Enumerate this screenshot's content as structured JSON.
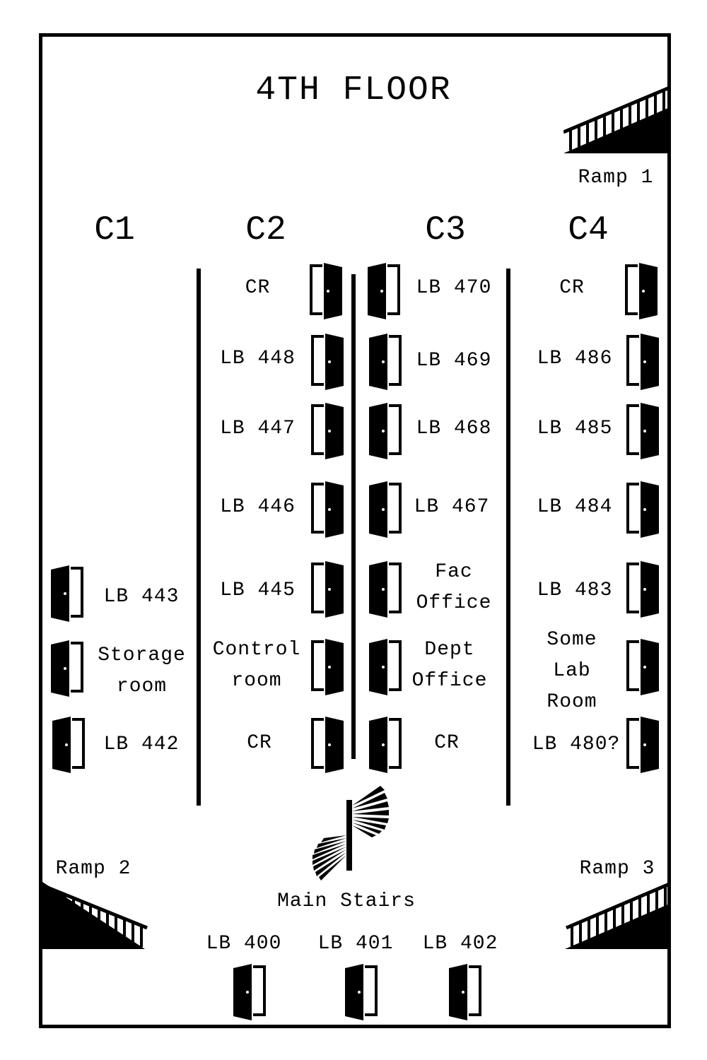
{
  "title": "4TH FLOOR",
  "columns": {
    "c1": "C1",
    "c2": "C2",
    "c3": "C3",
    "c4": "C4"
  },
  "ramps": {
    "r1": "Ramp 1",
    "r2": "Ramp 2",
    "r3": "Ramp 3"
  },
  "main_stairs": "Main Stairs",
  "c1_rooms": [
    "LB 443",
    "Storage\nroom",
    "LB 442"
  ],
  "c2_rooms": [
    "CR",
    "LB 448",
    "LB 447",
    "LB 446",
    "LB 445",
    "Control\nroom",
    "CR"
  ],
  "c3_rooms": [
    "LB 470",
    "LB 469",
    "LB 468",
    "LB 467",
    "Fac\nOffice",
    "Dept\nOffice",
    "CR"
  ],
  "c4_rooms": [
    "CR",
    "LB 486",
    "LB 485",
    "LB 484",
    "LB 483",
    "Some\nLab\nRoom",
    "LB 480?"
  ],
  "bottom_rooms": [
    "LB 400",
    "LB 401",
    "LB 402"
  ],
  "colors": {
    "ink": "#000000",
    "background": "#ffffff"
  }
}
